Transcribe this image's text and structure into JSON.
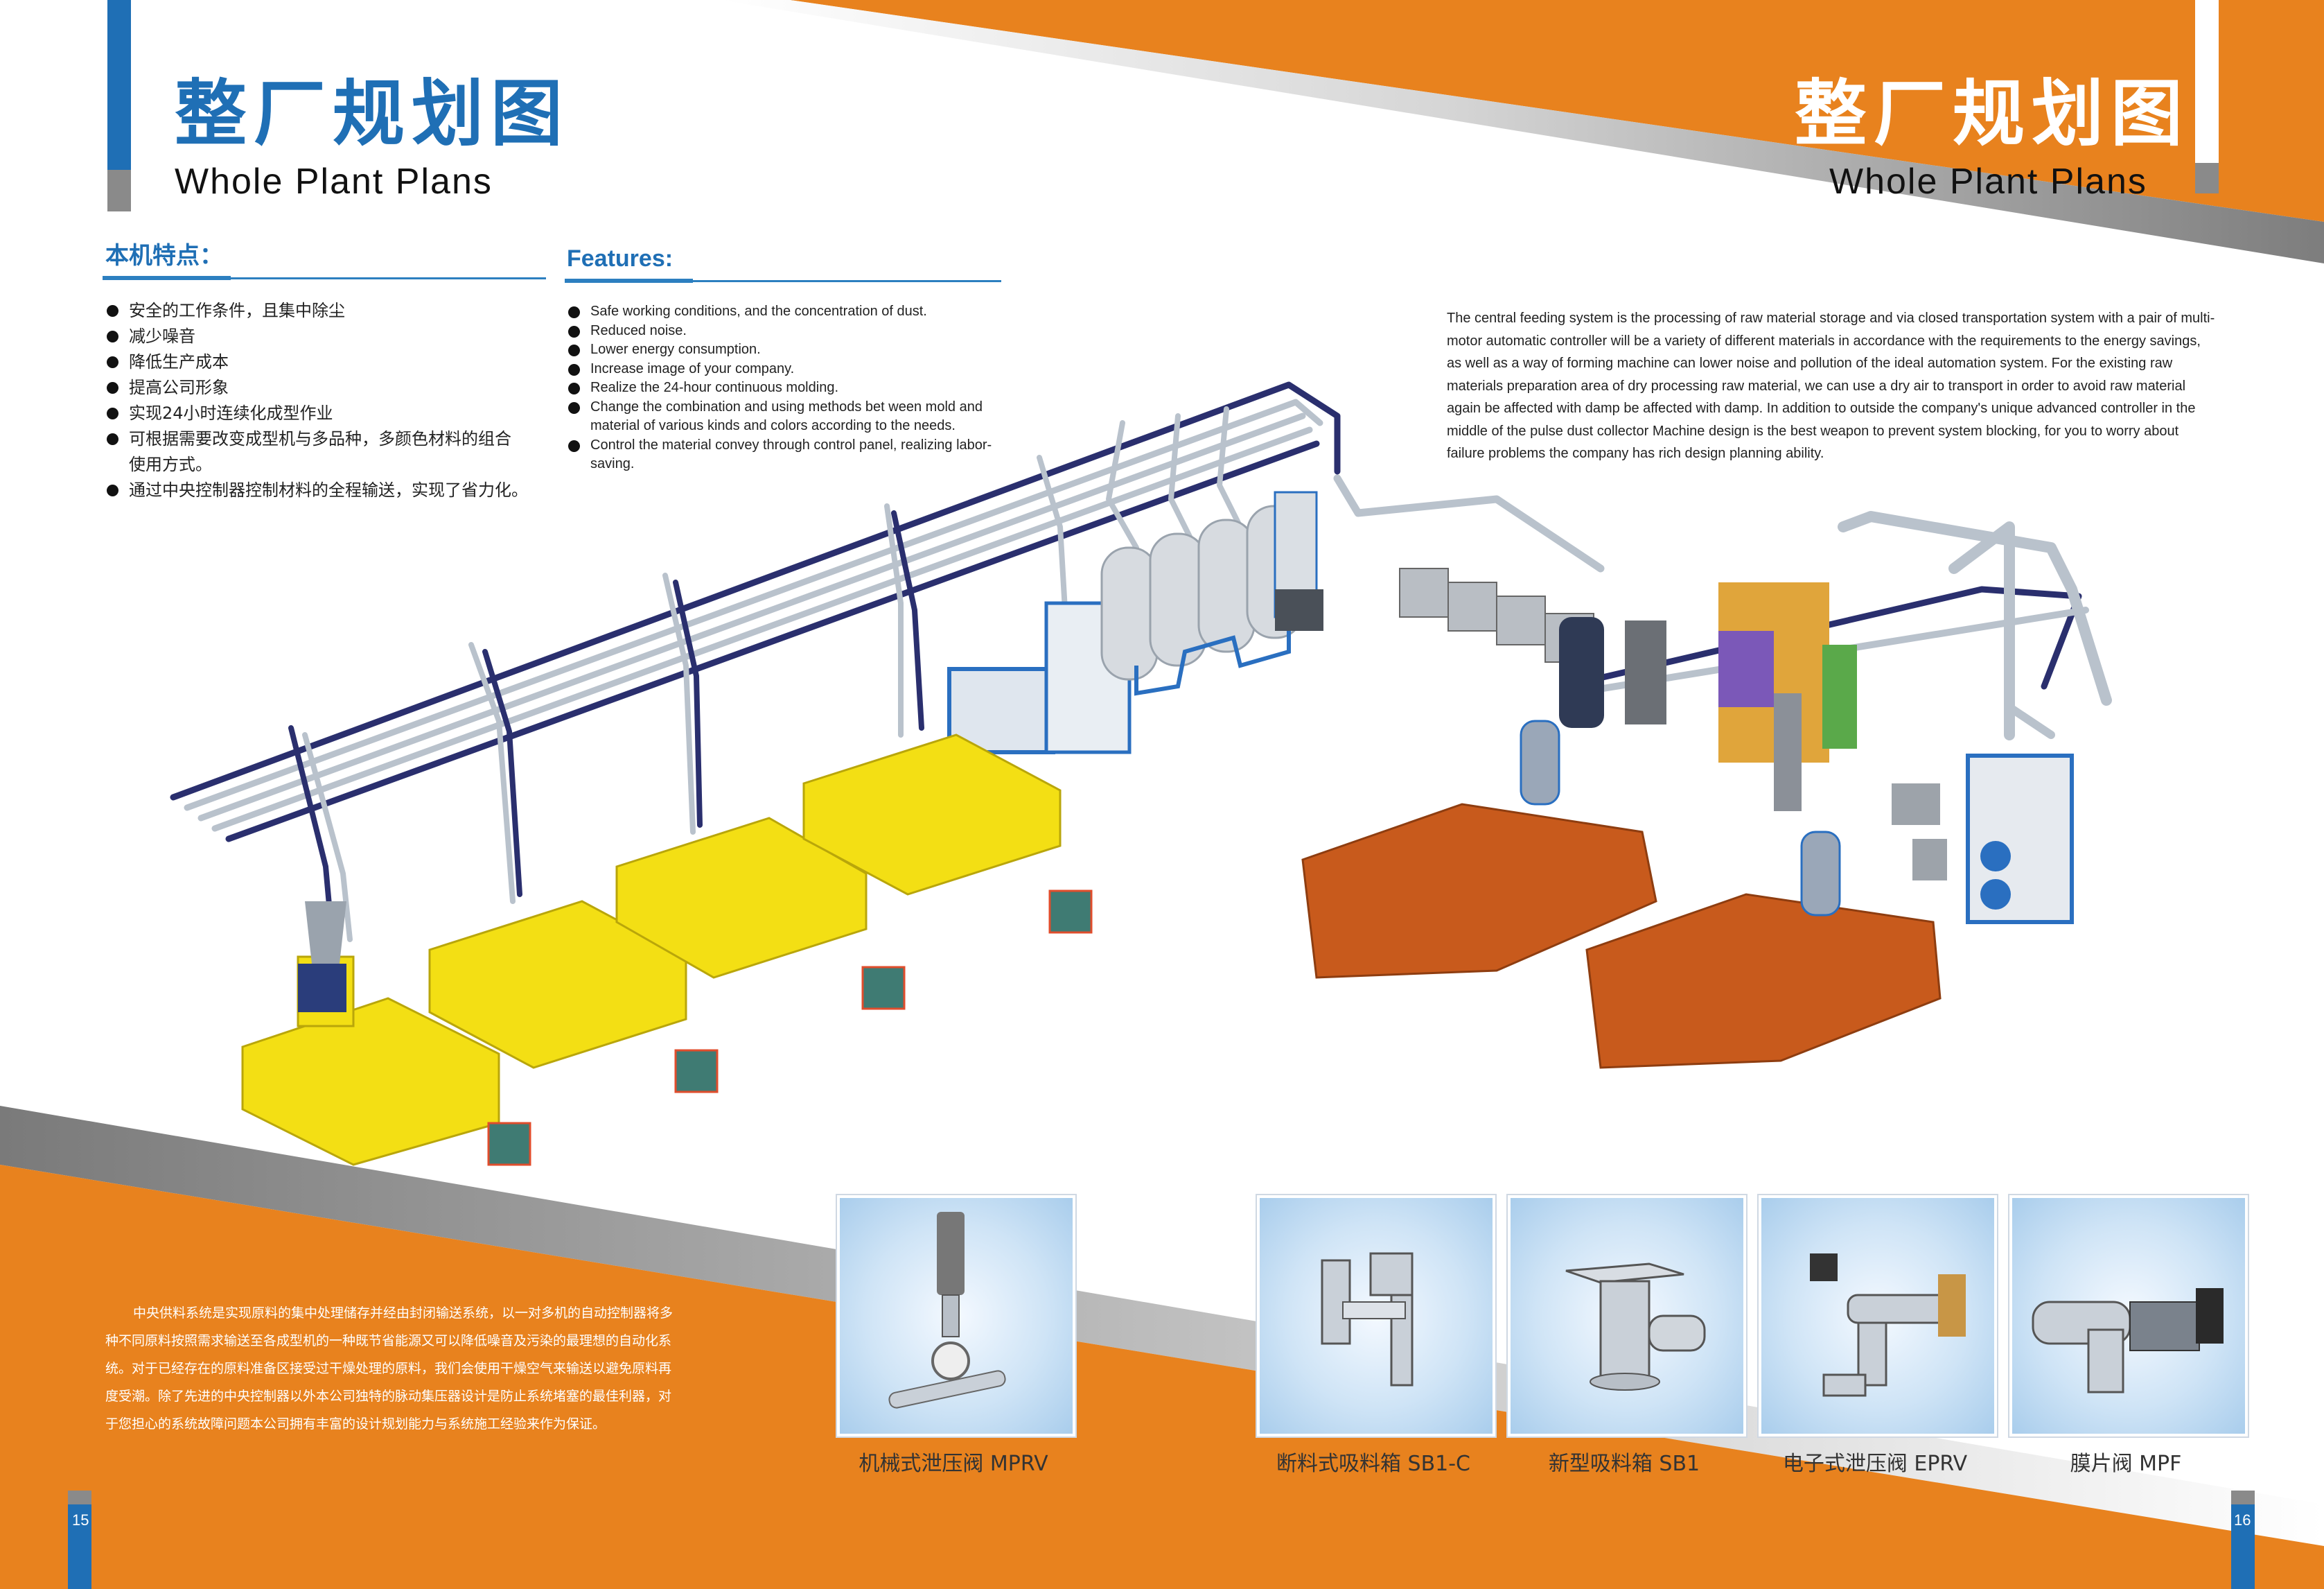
{
  "title": {
    "zh": "整厂规划图",
    "en": "Whole Plant Plans"
  },
  "left_features": {
    "heading": "本机特点：",
    "items": [
      "安全的工作条件，且集中除尘",
      "减少噪音",
      "降低生产成本",
      "提高公司形象",
      "实现24小时连续化成型作业",
      "可根据需要改变成型机与多品种，多颜色材料的组合使用方式。",
      "通过中央控制器控制材料的全程输送，实现了省力化。"
    ]
  },
  "right_features": {
    "heading": "Features:",
    "items": [
      "Safe working conditions, and the concentration of dust.",
      "Reduced noise.",
      "Lower energy consumption.",
      "Increase image of your company.",
      "Realize the 24-hour continuous molding.",
      "Change the combination and using methods bet ween mold and material of various kinds and colors according to the needs.",
      "Control the material convey through control panel, realizing labor-saving."
    ]
  },
  "description_en": "The central feeding system is the processing of raw material storage and via closed transportation system with a pair of multi-motor automatic controller will be a variety of different materials in accordance with the requirements to the energy savings, as well as a way of forming machine can lower noise and pollution of the ideal automation system. For the existing raw materials preparation area of dry processing raw material, we can use a dry air to transport in order to avoid raw material again be affected with damp be affected with damp. In addition to outside the company's unique advanced controller in the middle of the pulse dust collector Machine design is the best weapon to prevent system blocking, for you to worry about failure problems the company has rich design planning ability.",
  "description_zh": "中央供料系统是实现原料的集中处理储存并经由封闭输送系统，以一对多机的自动控制器将多种不同原料按照需求输送至各成型机的一种既节省能源又可以降低噪音及污染的最理想的自动化系统。对于已经存在的原料准备区接受过干燥处理的原料，我们会使用干燥空气来输送以避免原料再度受潮。除了先进的中央控制器以外本公司独特的脉动集压器设计是防止系统堵塞的最佳利器，对于您担心的系统故障问题本公司拥有丰富的设计规划能力与系统施工经验来作为保证。",
  "products": [
    {
      "caption": "机械式泄压阀 MPRV",
      "icon": "pressure-relief-valve-icon"
    },
    {
      "caption": "断料式吸料箱 SB1-C",
      "icon": "suction-box-icon"
    },
    {
      "caption": "新型吸料箱 SB1",
      "icon": "suction-box-icon"
    },
    {
      "caption": "电子式泄压阀 EPRV",
      "icon": "electronic-valve-icon"
    },
    {
      "caption": "膜片阀 MPF",
      "icon": "diaphragm-valve-icon"
    }
  ],
  "pages": {
    "left": "15",
    "right": "16"
  },
  "colors": {
    "orange": "#e8821e",
    "blue": "#1f6fb5",
    "grey": "#8a8a8a",
    "yellow": "#f3df14",
    "rust": "#c85a1c"
  }
}
